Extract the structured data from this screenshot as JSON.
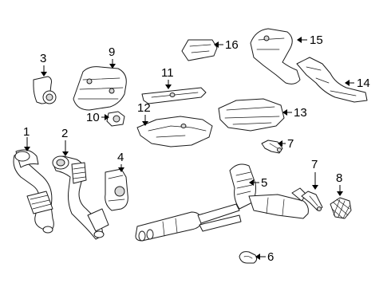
{
  "callouts": {
    "p1": "1",
    "p2": "2",
    "p3": "3",
    "p4": "4",
    "p5": "5",
    "p6": "6",
    "p7a": "7",
    "p7b": "7",
    "p8": "8",
    "p9": "9",
    "p10": "10",
    "p11": "11",
    "p12": "12",
    "p13": "13",
    "p14": "14",
    "p15": "15",
    "p16": "16"
  },
  "colors": {
    "line": "#1a1a1a",
    "shade": "#d9d9d9",
    "background": "#ffffff"
  }
}
